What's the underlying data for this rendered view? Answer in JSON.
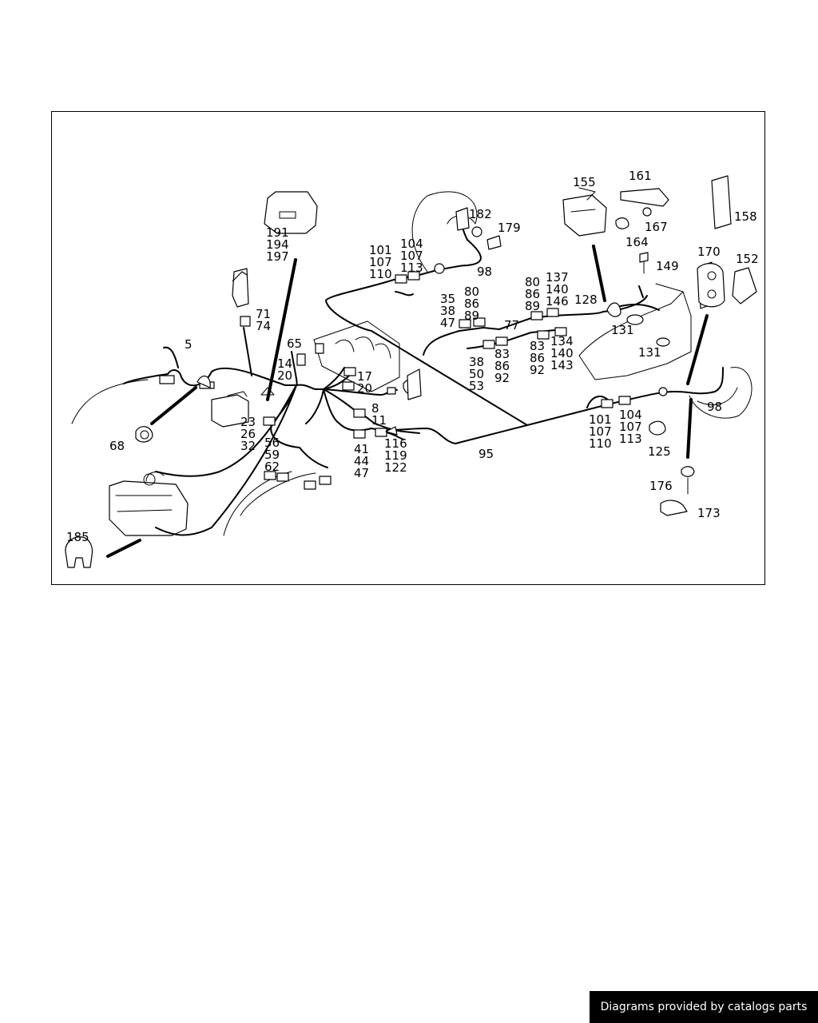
{
  "footer": {
    "credit": "Diagrams provided by catalogs parts"
  },
  "callouts": {
    "c5": [
      "5"
    ],
    "c14": [
      "14",
      "20"
    ],
    "c17": [
      "17",
      "20"
    ],
    "c8": [
      "8",
      "11"
    ],
    "c23": [
      "23",
      "26",
      "32"
    ],
    "c35": [
      "35",
      "38",
      "47"
    ],
    "c38": [
      "38",
      "50",
      "53"
    ],
    "c41": [
      "41",
      "44",
      "47"
    ],
    "c56": [
      "56",
      "59",
      "62"
    ],
    "c65": [
      "65"
    ],
    "c68": [
      "68"
    ],
    "c71": [
      "71",
      "74"
    ],
    "c77": [
      "77"
    ],
    "c80a": [
      "80",
      "86",
      "89"
    ],
    "c80b": [
      "80",
      "86",
      "89"
    ],
    "c83a": [
      "83",
      "86",
      "92"
    ],
    "c83b": [
      "83",
      "86",
      "92"
    ],
    "c95": [
      "95"
    ],
    "c98a": [
      "98"
    ],
    "c98b": [
      "98"
    ],
    "c101a": [
      "101",
      "107",
      "110"
    ],
    "c104a": [
      "104",
      "107",
      "113"
    ],
    "c101b": [
      "101",
      "107",
      "110"
    ],
    "c104b": [
      "104",
      "107",
      "113"
    ],
    "c116": [
      "116",
      "119",
      "122"
    ],
    "c125": [
      "125"
    ],
    "c128": [
      "128"
    ],
    "c131a": [
      "131"
    ],
    "c131b": [
      "131"
    ],
    "c134": [
      "134",
      "140",
      "143"
    ],
    "c137": [
      "137",
      "140",
      "146"
    ],
    "c149": [
      "149"
    ],
    "c152": [
      "152"
    ],
    "c155": [
      "155"
    ],
    "c158": [
      "158"
    ],
    "c161": [
      "161"
    ],
    "c164": [
      "164"
    ],
    "c167": [
      "167"
    ],
    "c170": [
      "170"
    ],
    "c173": [
      "173"
    ],
    "c176": [
      "176"
    ],
    "c179": [
      "179"
    ],
    "c182": [
      "182"
    ],
    "c185": [
      "185"
    ],
    "c191": [
      "191",
      "194",
      "197"
    ]
  }
}
